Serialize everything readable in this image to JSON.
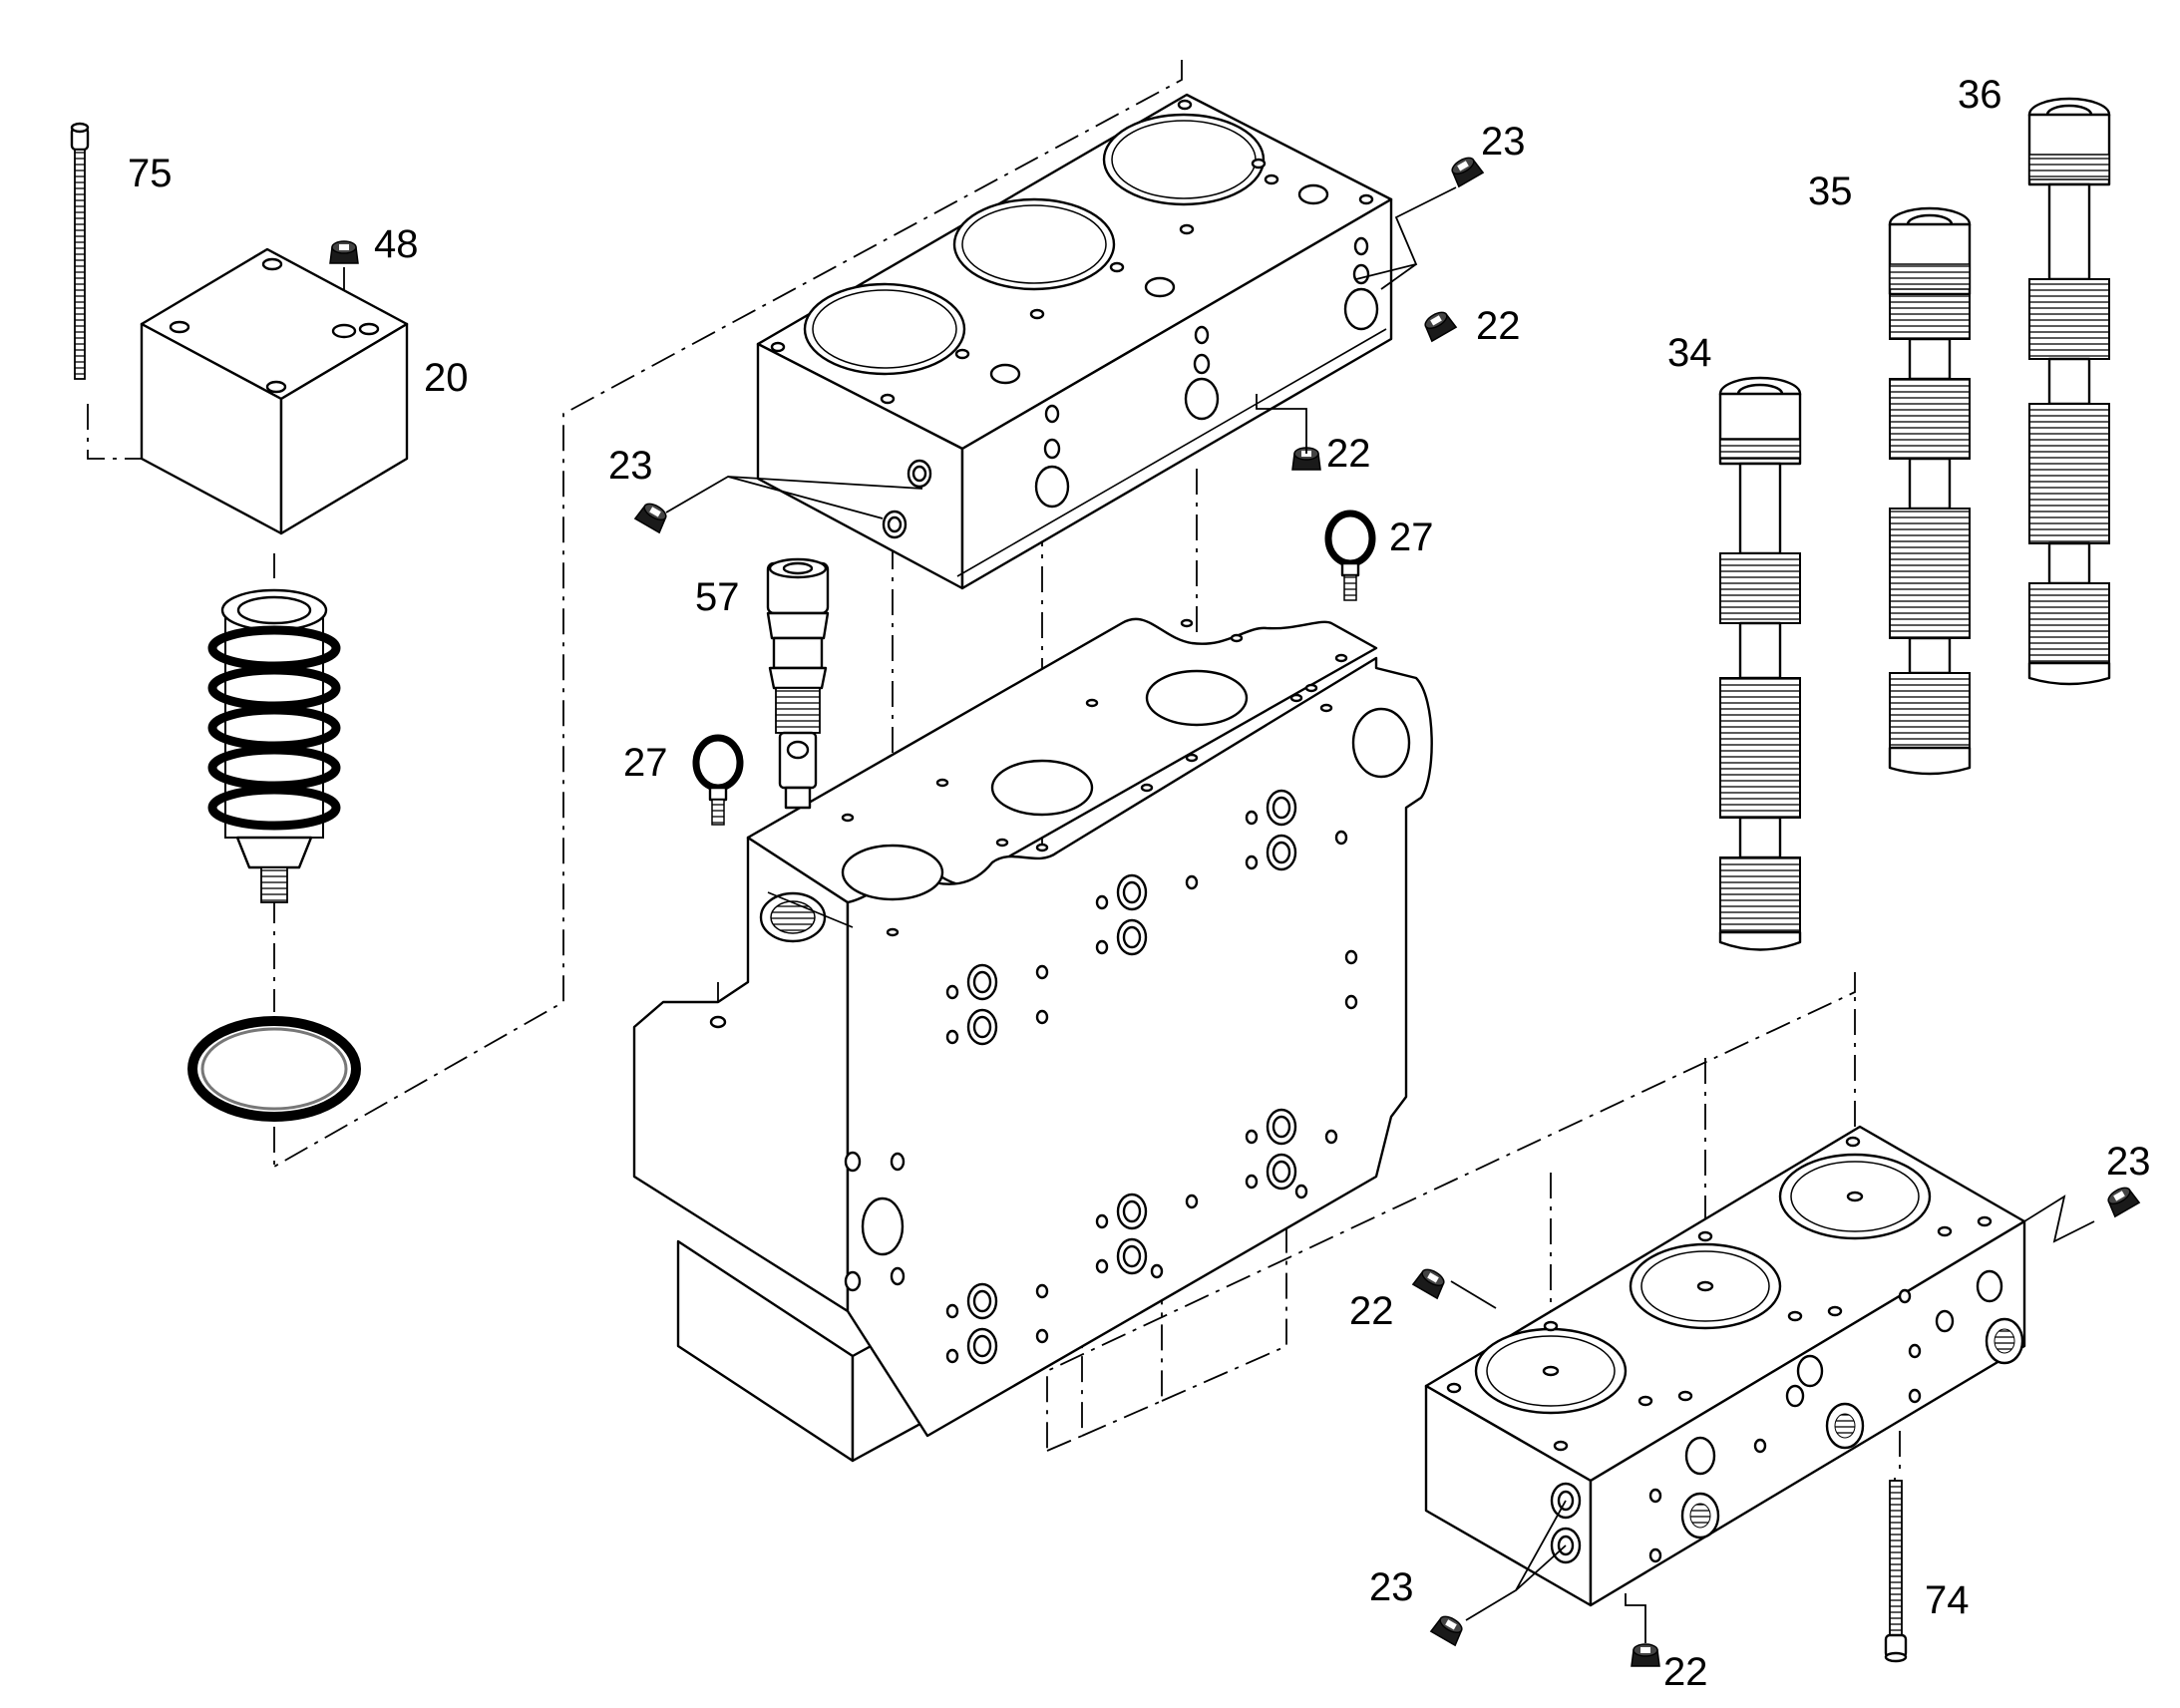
{
  "diagram": {
    "callouts": [
      {
        "id": "c75",
        "label": "75"
      },
      {
        "id": "c48",
        "label": "48"
      },
      {
        "id": "c20",
        "label": "20"
      },
      {
        "id": "c23a",
        "label": "23"
      },
      {
        "id": "c22a",
        "label": "22"
      },
      {
        "id": "c23b",
        "label": "23"
      },
      {
        "id": "c22b",
        "label": "22"
      },
      {
        "id": "c57",
        "label": "57"
      },
      {
        "id": "c27a",
        "label": "27"
      },
      {
        "id": "c27b",
        "label": "27"
      },
      {
        "id": "c34",
        "label": "34"
      },
      {
        "id": "c35",
        "label": "35"
      },
      {
        "id": "c36",
        "label": "36"
      },
      {
        "id": "c23c",
        "label": "23"
      },
      {
        "id": "c22c",
        "label": "22"
      },
      {
        "id": "c23d",
        "label": "23"
      },
      {
        "id": "c22d",
        "label": "22"
      },
      {
        "id": "c74",
        "label": "74"
      }
    ]
  }
}
